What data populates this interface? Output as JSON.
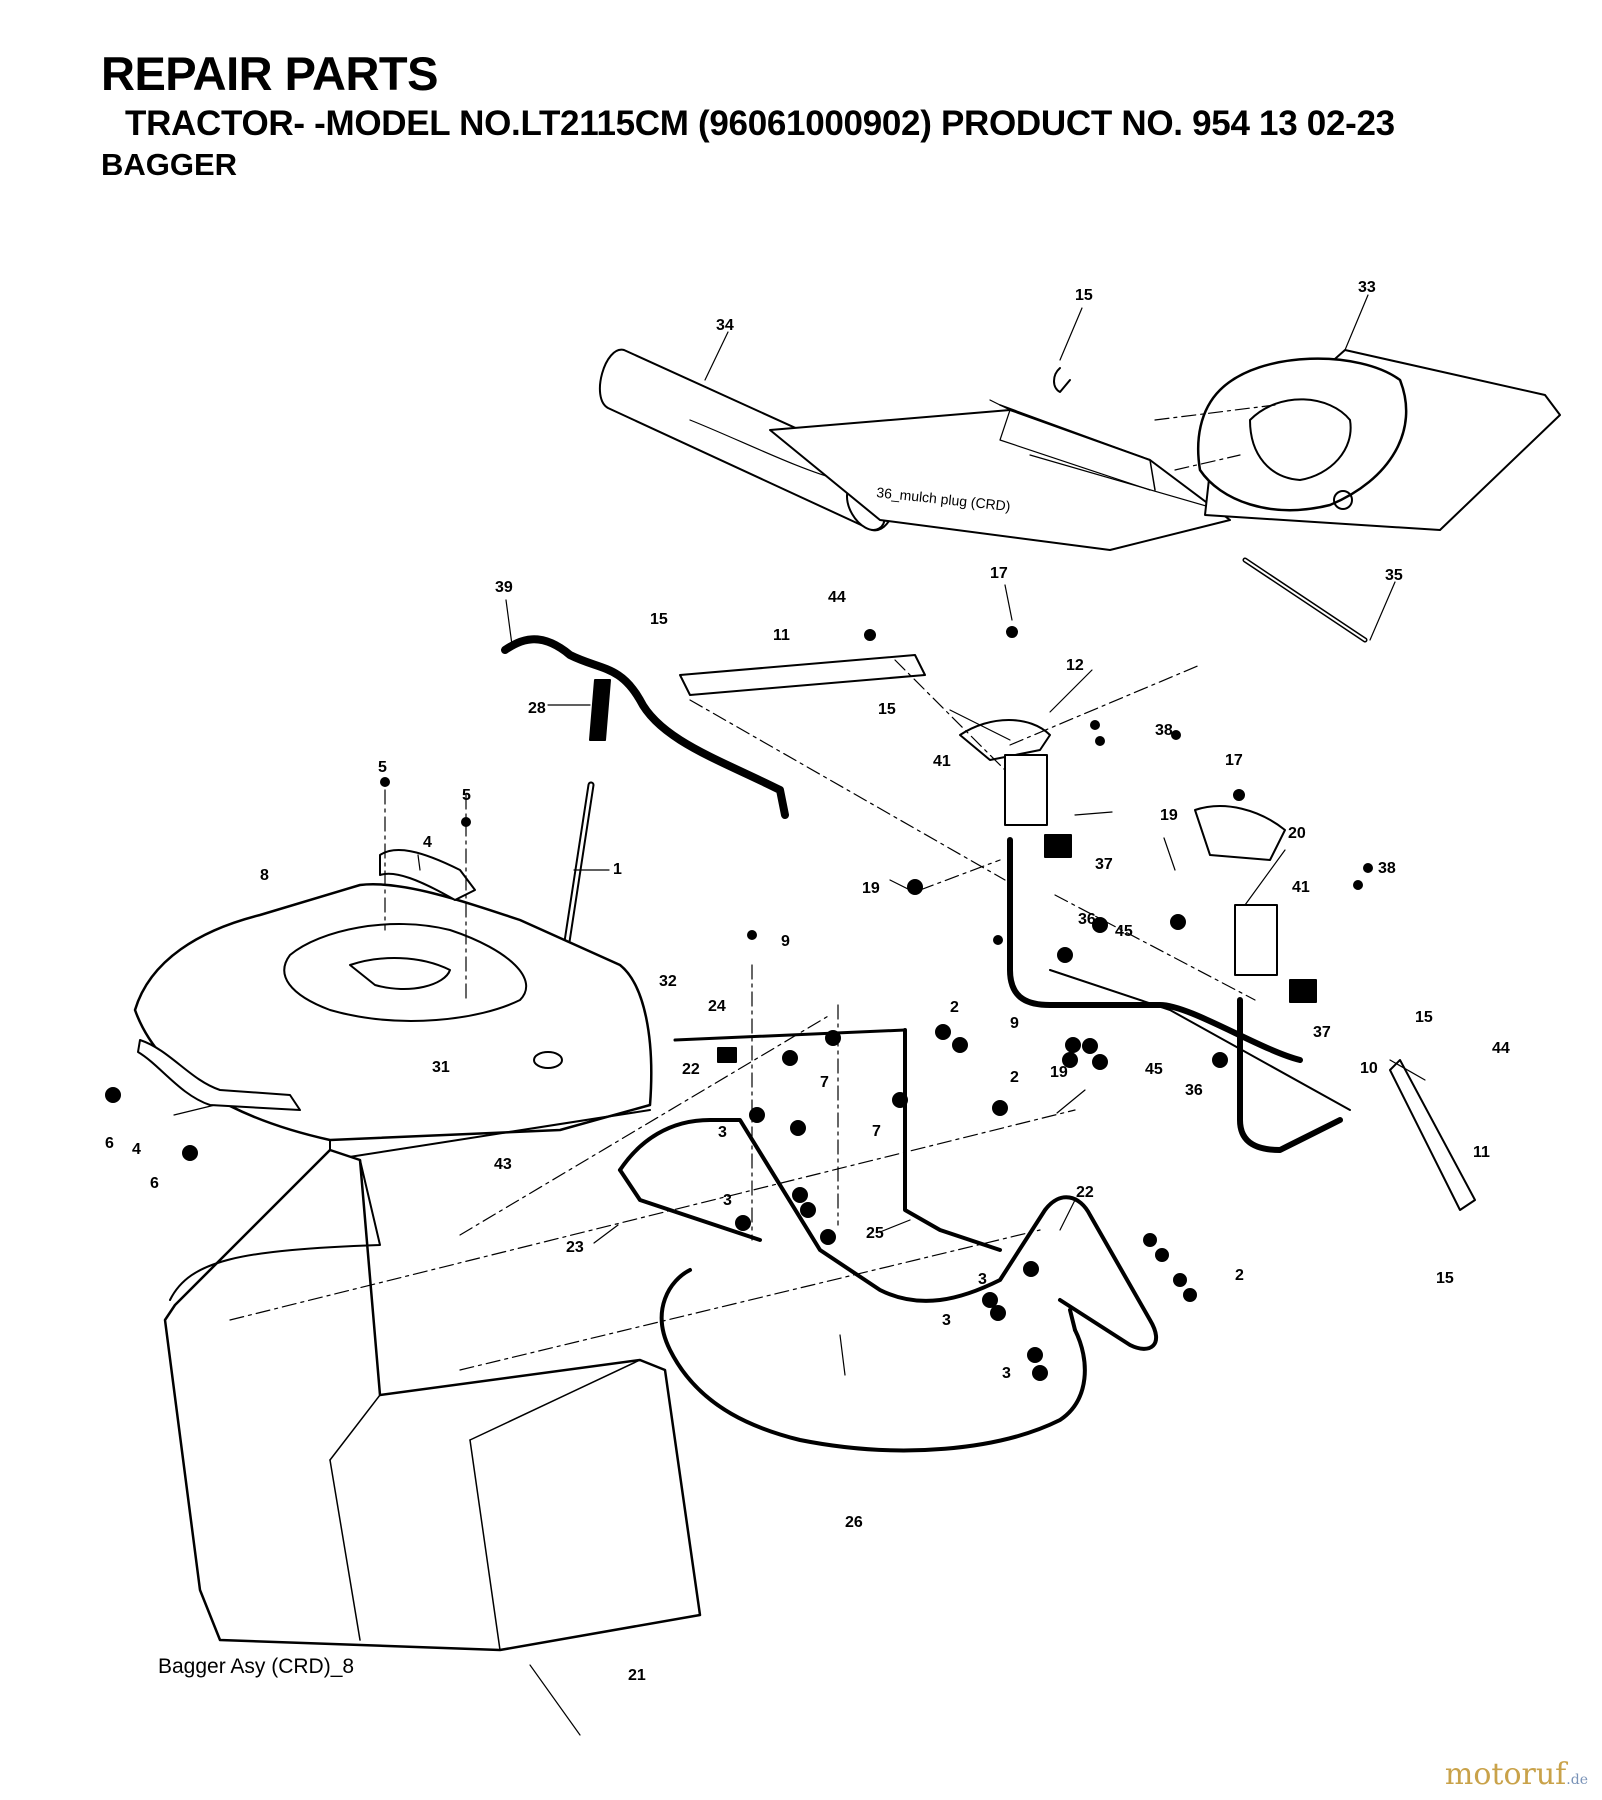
{
  "header": {
    "title": "REPAIR PARTS",
    "subtitle": "TRACTOR- -MODEL NO.LT2115CM (96061000902) PRODUCT NO. 954 13 02-23",
    "section": "BAGGER"
  },
  "notes": {
    "mulch_plug": "36_mulch plug (CRD)",
    "caption": "Bagger Asy (CRD)_8"
  },
  "callouts": {
    "c34": "34",
    "c15_top": "15",
    "c33": "33",
    "c35": "35",
    "c39": "39",
    "c15_a": "15",
    "c11_a": "11",
    "c44_a": "44",
    "c17_a": "17",
    "c12": "12",
    "c15_b": "15",
    "c28": "28",
    "c38_a": "38",
    "c41_a": "41",
    "c37_a": "37",
    "c19_a": "19",
    "c19_b": "19",
    "c17_b": "17",
    "c20": "20",
    "c38_b": "38",
    "c41_b": "41",
    "c37_b": "37",
    "c5_a": "5",
    "c5_b": "5",
    "c4_top": "4",
    "c1": "1",
    "c8": "8",
    "c9_a": "9",
    "c32": "32",
    "c36_a": "36",
    "c45_a": "45",
    "c24": "24",
    "c9_b": "9",
    "c2_a": "2",
    "c31": "31",
    "c22_a": "22",
    "c7_a": "7",
    "c7_b": "7",
    "c2_b": "2",
    "c19_c": "19",
    "c45_b": "45",
    "c36_b": "36",
    "c10": "10",
    "c15_c": "15",
    "c44_b": "44",
    "c11_b": "11",
    "c6_a": "6",
    "c4_side": "4",
    "c6_b": "6",
    "c43": "43",
    "c3_a": "3",
    "c3_b": "3",
    "c23": "23",
    "c25": "25",
    "c22_b": "22",
    "c2_c": "2",
    "c3_c": "3",
    "c3_d": "3",
    "c3_e": "3",
    "c15_d": "15",
    "c26": "26",
    "c21": "21"
  },
  "watermark": {
    "main": "motoruf",
    "tld": ".de"
  }
}
